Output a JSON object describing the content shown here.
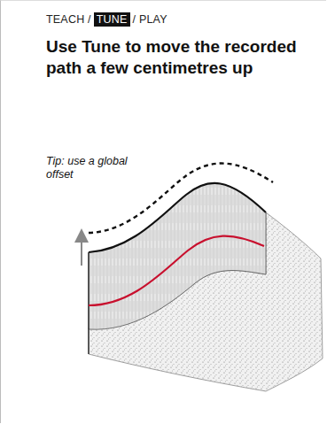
{
  "diagram": {
    "title": "Use Tune to move the recorded path a few centimetres up",
    "labels": [
      "TEACH /",
      "TUNE",
      "/ PLAY",
      "Tip: use a global offset"
    ]
  }
}
